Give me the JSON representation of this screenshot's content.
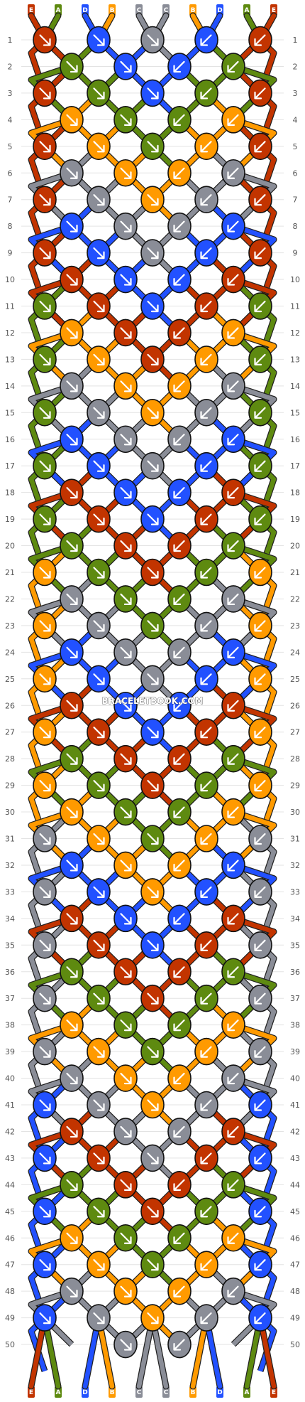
{
  "watermark": "BRACELETBOOK.COM",
  "colors": {
    "E": "#c23400",
    "A": "#5e8a10",
    "D": "#2251ff",
    "B": "#ff9a00",
    "C": "#8a8d97"
  },
  "strands": [
    "E",
    "A",
    "D",
    "B",
    "C",
    "C",
    "B",
    "D",
    "A",
    "E"
  ],
  "row_count": 50,
  "knot_rows": [
    {
      "row": 1,
      "knots": [
        {
          "c": "E",
          "d": "r"
        },
        {
          "c": "D",
          "d": "r"
        },
        {
          "c": "C",
          "d": "r"
        },
        {
          "c": "D",
          "d": "l"
        },
        {
          "c": "E",
          "d": "l"
        }
      ]
    },
    {
      "row": 2,
      "knots": [
        {
          "c": "A",
          "d": "r"
        },
        {
          "c": "D",
          "d": "r"
        },
        {
          "c": "D",
          "d": "l"
        },
        {
          "c": "A",
          "d": "l"
        }
      ]
    },
    {
      "row": 3,
      "knots": [
        {
          "c": "E",
          "d": "r"
        },
        {
          "c": "A",
          "d": "r"
        },
        {
          "c": "D",
          "d": "r"
        },
        {
          "c": "A",
          "d": "l"
        },
        {
          "c": "E",
          "d": "l"
        }
      ]
    },
    {
      "row": 4,
      "knots": [
        {
          "c": "B",
          "d": "r"
        },
        {
          "c": "A",
          "d": "r"
        },
        {
          "c": "A",
          "d": "l"
        },
        {
          "c": "B",
          "d": "l"
        }
      ]
    },
    {
      "row": 5,
      "knots": [
        {
          "c": "E",
          "d": "r"
        },
        {
          "c": "B",
          "d": "r"
        },
        {
          "c": "A",
          "d": "r"
        },
        {
          "c": "B",
          "d": "l"
        },
        {
          "c": "E",
          "d": "l"
        }
      ]
    },
    {
      "row": 6,
      "knots": [
        {
          "c": "C",
          "d": "r"
        },
        {
          "c": "B",
          "d": "r"
        },
        {
          "c": "B",
          "d": "l"
        },
        {
          "c": "C",
          "d": "l"
        }
      ]
    },
    {
      "row": 7,
      "knots": [
        {
          "c": "E",
          "d": "r"
        },
        {
          "c": "C",
          "d": "r"
        },
        {
          "c": "B",
          "d": "r"
        },
        {
          "c": "C",
          "d": "l"
        },
        {
          "c": "E",
          "d": "l"
        }
      ]
    },
    {
      "row": 8,
      "knots": [
        {
          "c": "D",
          "d": "r"
        },
        {
          "c": "C",
          "d": "r"
        },
        {
          "c": "C",
          "d": "l"
        },
        {
          "c": "D",
          "d": "l"
        }
      ]
    },
    {
      "row": 9,
      "knots": [
        {
          "c": "E",
          "d": "r"
        },
        {
          "c": "D",
          "d": "r"
        },
        {
          "c": "C",
          "d": "r"
        },
        {
          "c": "D",
          "d": "l"
        },
        {
          "c": "E",
          "d": "l"
        }
      ]
    },
    {
      "row": 10,
      "knots": [
        {
          "c": "E",
          "d": "r"
        },
        {
          "c": "D",
          "d": "r"
        },
        {
          "c": "D",
          "d": "l"
        },
        {
          "c": "E",
          "d": "l"
        }
      ]
    },
    {
      "row": 11,
      "knots": [
        {
          "c": "A",
          "d": "r"
        },
        {
          "c": "E",
          "d": "r"
        },
        {
          "c": "D",
          "d": "r"
        },
        {
          "c": "E",
          "d": "l"
        },
        {
          "c": "A",
          "d": "l"
        }
      ]
    },
    {
      "row": 12,
      "knots": [
        {
          "c": "B",
          "d": "r"
        },
        {
          "c": "E",
          "d": "r"
        },
        {
          "c": "E",
          "d": "l"
        },
        {
          "c": "B",
          "d": "l"
        }
      ]
    },
    {
      "row": 13,
      "knots": [
        {
          "c": "A",
          "d": "r"
        },
        {
          "c": "B",
          "d": "r"
        },
        {
          "c": "E",
          "d": "r"
        },
        {
          "c": "B",
          "d": "l"
        },
        {
          "c": "A",
          "d": "l"
        }
      ]
    },
    {
      "row": 14,
      "knots": [
        {
          "c": "C",
          "d": "r"
        },
        {
          "c": "B",
          "d": "r"
        },
        {
          "c": "B",
          "d": "l"
        },
        {
          "c": "C",
          "d": "l"
        }
      ]
    },
    {
      "row": 15,
      "knots": [
        {
          "c": "A",
          "d": "r"
        },
        {
          "c": "C",
          "d": "r"
        },
        {
          "c": "B",
          "d": "r"
        },
        {
          "c": "C",
          "d": "l"
        },
        {
          "c": "A",
          "d": "l"
        }
      ]
    },
    {
      "row": 16,
      "knots": [
        {
          "c": "D",
          "d": "r"
        },
        {
          "c": "C",
          "d": "r"
        },
        {
          "c": "C",
          "d": "l"
        },
        {
          "c": "D",
          "d": "l"
        }
      ]
    },
    {
      "row": 17,
      "knots": [
        {
          "c": "A",
          "d": "r"
        },
        {
          "c": "D",
          "d": "r"
        },
        {
          "c": "C",
          "d": "r"
        },
        {
          "c": "D",
          "d": "l"
        },
        {
          "c": "A",
          "d": "l"
        }
      ]
    },
    {
      "row": 18,
      "knots": [
        {
          "c": "E",
          "d": "r"
        },
        {
          "c": "D",
          "d": "r"
        },
        {
          "c": "D",
          "d": "l"
        },
        {
          "c": "E",
          "d": "l"
        }
      ]
    },
    {
      "row": 19,
      "knots": [
        {
          "c": "A",
          "d": "r"
        },
        {
          "c": "E",
          "d": "r"
        },
        {
          "c": "D",
          "d": "r"
        },
        {
          "c": "E",
          "d": "l"
        },
        {
          "c": "A",
          "d": "l"
        }
      ]
    },
    {
      "row": 20,
      "knots": [
        {
          "c": "A",
          "d": "r"
        },
        {
          "c": "E",
          "d": "r"
        },
        {
          "c": "E",
          "d": "l"
        },
        {
          "c": "A",
          "d": "l"
        }
      ]
    },
    {
      "row": 21,
      "knots": [
        {
          "c": "B",
          "d": "r"
        },
        {
          "c": "A",
          "d": "r"
        },
        {
          "c": "E",
          "d": "r"
        },
        {
          "c": "A",
          "d": "l"
        },
        {
          "c": "B",
          "d": "l"
        }
      ]
    },
    {
      "row": 22,
      "knots": [
        {
          "c": "C",
          "d": "r"
        },
        {
          "c": "A",
          "d": "r"
        },
        {
          "c": "A",
          "d": "l"
        },
        {
          "c": "C",
          "d": "l"
        }
      ]
    },
    {
      "row": 23,
      "knots": [
        {
          "c": "B",
          "d": "r"
        },
        {
          "c": "C",
          "d": "r"
        },
        {
          "c": "A",
          "d": "r"
        },
        {
          "c": "C",
          "d": "l"
        },
        {
          "c": "B",
          "d": "l"
        }
      ]
    },
    {
      "row": 24,
      "knots": [
        {
          "c": "D",
          "d": "r"
        },
        {
          "c": "C",
          "d": "r"
        },
        {
          "c": "C",
          "d": "l"
        },
        {
          "c": "D",
          "d": "l"
        }
      ]
    },
    {
      "row": 25,
      "knots": [
        {
          "c": "B",
          "d": "r"
        },
        {
          "c": "D",
          "d": "r"
        },
        {
          "c": "C",
          "d": "r"
        },
        {
          "c": "D",
          "d": "l"
        },
        {
          "c": "B",
          "d": "l"
        }
      ]
    },
    {
      "row": 26,
      "knots": [
        {
          "c": "E",
          "d": "r"
        },
        {
          "c": "D",
          "d": "r"
        },
        {
          "c": "D",
          "d": "l"
        },
        {
          "c": "E",
          "d": "l"
        }
      ]
    },
    {
      "row": 27,
      "knots": [
        {
          "c": "B",
          "d": "r"
        },
        {
          "c": "E",
          "d": "r"
        },
        {
          "c": "D",
          "d": "r"
        },
        {
          "c": "E",
          "d": "l"
        },
        {
          "c": "B",
          "d": "l"
        }
      ]
    },
    {
      "row": 28,
      "knots": [
        {
          "c": "A",
          "d": "r"
        },
        {
          "c": "E",
          "d": "r"
        },
        {
          "c": "E",
          "d": "l"
        },
        {
          "c": "A",
          "d": "l"
        }
      ]
    },
    {
      "row": 29,
      "knots": [
        {
          "c": "B",
          "d": "r"
        },
        {
          "c": "A",
          "d": "r"
        },
        {
          "c": "E",
          "d": "r"
        },
        {
          "c": "A",
          "d": "l"
        },
        {
          "c": "B",
          "d": "l"
        }
      ]
    },
    {
      "row": 30,
      "knots": [
        {
          "c": "B",
          "d": "r"
        },
        {
          "c": "A",
          "d": "r"
        },
        {
          "c": "A",
          "d": "l"
        },
        {
          "c": "B",
          "d": "l"
        }
      ]
    },
    {
      "row": 31,
      "knots": [
        {
          "c": "C",
          "d": "r"
        },
        {
          "c": "B",
          "d": "r"
        },
        {
          "c": "A",
          "d": "r"
        },
        {
          "c": "B",
          "d": "l"
        },
        {
          "c": "C",
          "d": "l"
        }
      ]
    },
    {
      "row": 32,
      "knots": [
        {
          "c": "D",
          "d": "r"
        },
        {
          "c": "B",
          "d": "r"
        },
        {
          "c": "B",
          "d": "l"
        },
        {
          "c": "D",
          "d": "l"
        }
      ]
    },
    {
      "row": 33,
      "knots": [
        {
          "c": "C",
          "d": "r"
        },
        {
          "c": "D",
          "d": "r"
        },
        {
          "c": "B",
          "d": "r"
        },
        {
          "c": "D",
          "d": "l"
        },
        {
          "c": "C",
          "d": "l"
        }
      ]
    },
    {
      "row": 34,
      "knots": [
        {
          "c": "E",
          "d": "r"
        },
        {
          "c": "D",
          "d": "r"
        },
        {
          "c": "D",
          "d": "l"
        },
        {
          "c": "E",
          "d": "l"
        }
      ]
    },
    {
      "row": 35,
      "knots": [
        {
          "c": "C",
          "d": "r"
        },
        {
          "c": "E",
          "d": "r"
        },
        {
          "c": "D",
          "d": "r"
        },
        {
          "c": "E",
          "d": "l"
        },
        {
          "c": "C",
          "d": "l"
        }
      ]
    },
    {
      "row": 36,
      "knots": [
        {
          "c": "A",
          "d": "r"
        },
        {
          "c": "E",
          "d": "r"
        },
        {
          "c": "E",
          "d": "l"
        },
        {
          "c": "A",
          "d": "l"
        }
      ]
    },
    {
      "row": 37,
      "knots": [
        {
          "c": "C",
          "d": "r"
        },
        {
          "c": "A",
          "d": "r"
        },
        {
          "c": "E",
          "d": "r"
        },
        {
          "c": "A",
          "d": "l"
        },
        {
          "c": "C",
          "d": "l"
        }
      ]
    },
    {
      "row": 38,
      "knots": [
        {
          "c": "B",
          "d": "r"
        },
        {
          "c": "A",
          "d": "r"
        },
        {
          "c": "A",
          "d": "l"
        },
        {
          "c": "B",
          "d": "l"
        }
      ]
    },
    {
      "row": 39,
      "knots": [
        {
          "c": "C",
          "d": "r"
        },
        {
          "c": "B",
          "d": "r"
        },
        {
          "c": "A",
          "d": "r"
        },
        {
          "c": "B",
          "d": "l"
        },
        {
          "c": "C",
          "d": "l"
        }
      ]
    },
    {
      "row": 40,
      "knots": [
        {
          "c": "C",
          "d": "r"
        },
        {
          "c": "B",
          "d": "r"
        },
        {
          "c": "B",
          "d": "l"
        },
        {
          "c": "C",
          "d": "l"
        }
      ]
    },
    {
      "row": 41,
      "knots": [
        {
          "c": "D",
          "d": "r"
        },
        {
          "c": "C",
          "d": "r"
        },
        {
          "c": "B",
          "d": "r"
        },
        {
          "c": "C",
          "d": "l"
        },
        {
          "c": "D",
          "d": "l"
        }
      ]
    },
    {
      "row": 42,
      "knots": [
        {
          "c": "E",
          "d": "r"
        },
        {
          "c": "C",
          "d": "r"
        },
        {
          "c": "C",
          "d": "l"
        },
        {
          "c": "E",
          "d": "l"
        }
      ]
    },
    {
      "row": 43,
      "knots": [
        {
          "c": "D",
          "d": "r"
        },
        {
          "c": "E",
          "d": "r"
        },
        {
          "c": "C",
          "d": "r"
        },
        {
          "c": "E",
          "d": "l"
        },
        {
          "c": "D",
          "d": "l"
        }
      ]
    },
    {
      "row": 44,
      "knots": [
        {
          "c": "A",
          "d": "r"
        },
        {
          "c": "E",
          "d": "r"
        },
        {
          "c": "E",
          "d": "l"
        },
        {
          "c": "A",
          "d": "l"
        }
      ]
    },
    {
      "row": 45,
      "knots": [
        {
          "c": "D",
          "d": "r"
        },
        {
          "c": "A",
          "d": "r"
        },
        {
          "c": "E",
          "d": "r"
        },
        {
          "c": "A",
          "d": "l"
        },
        {
          "c": "D",
          "d": "l"
        }
      ]
    },
    {
      "row": 46,
      "knots": [
        {
          "c": "B",
          "d": "r"
        },
        {
          "c": "A",
          "d": "r"
        },
        {
          "c": "A",
          "d": "l"
        },
        {
          "c": "B",
          "d": "l"
        }
      ]
    },
    {
      "row": 47,
      "knots": [
        {
          "c": "D",
          "d": "r"
        },
        {
          "c": "B",
          "d": "r"
        },
        {
          "c": "A",
          "d": "r"
        },
        {
          "c": "B",
          "d": "l"
        },
        {
          "c": "D",
          "d": "l"
        }
      ]
    },
    {
      "row": 48,
      "knots": [
        {
          "c": "C",
          "d": "r"
        },
        {
          "c": "B",
          "d": "r"
        },
        {
          "c": "B",
          "d": "l"
        },
        {
          "c": "C",
          "d": "l"
        }
      ]
    },
    {
      "row": 49,
      "knots": [
        {
          "c": "D",
          "d": "r"
        },
        {
          "c": "C",
          "d": "r"
        },
        {
          "c": "B",
          "d": "r"
        },
        {
          "c": "C",
          "d": "l"
        },
        {
          "c": "D",
          "d": "l"
        }
      ]
    },
    {
      "row": 50,
      "knots": [
        {
          "c": "C",
          "d": "r"
        },
        {
          "c": "C",
          "d": "l"
        }
      ]
    }
  ]
}
